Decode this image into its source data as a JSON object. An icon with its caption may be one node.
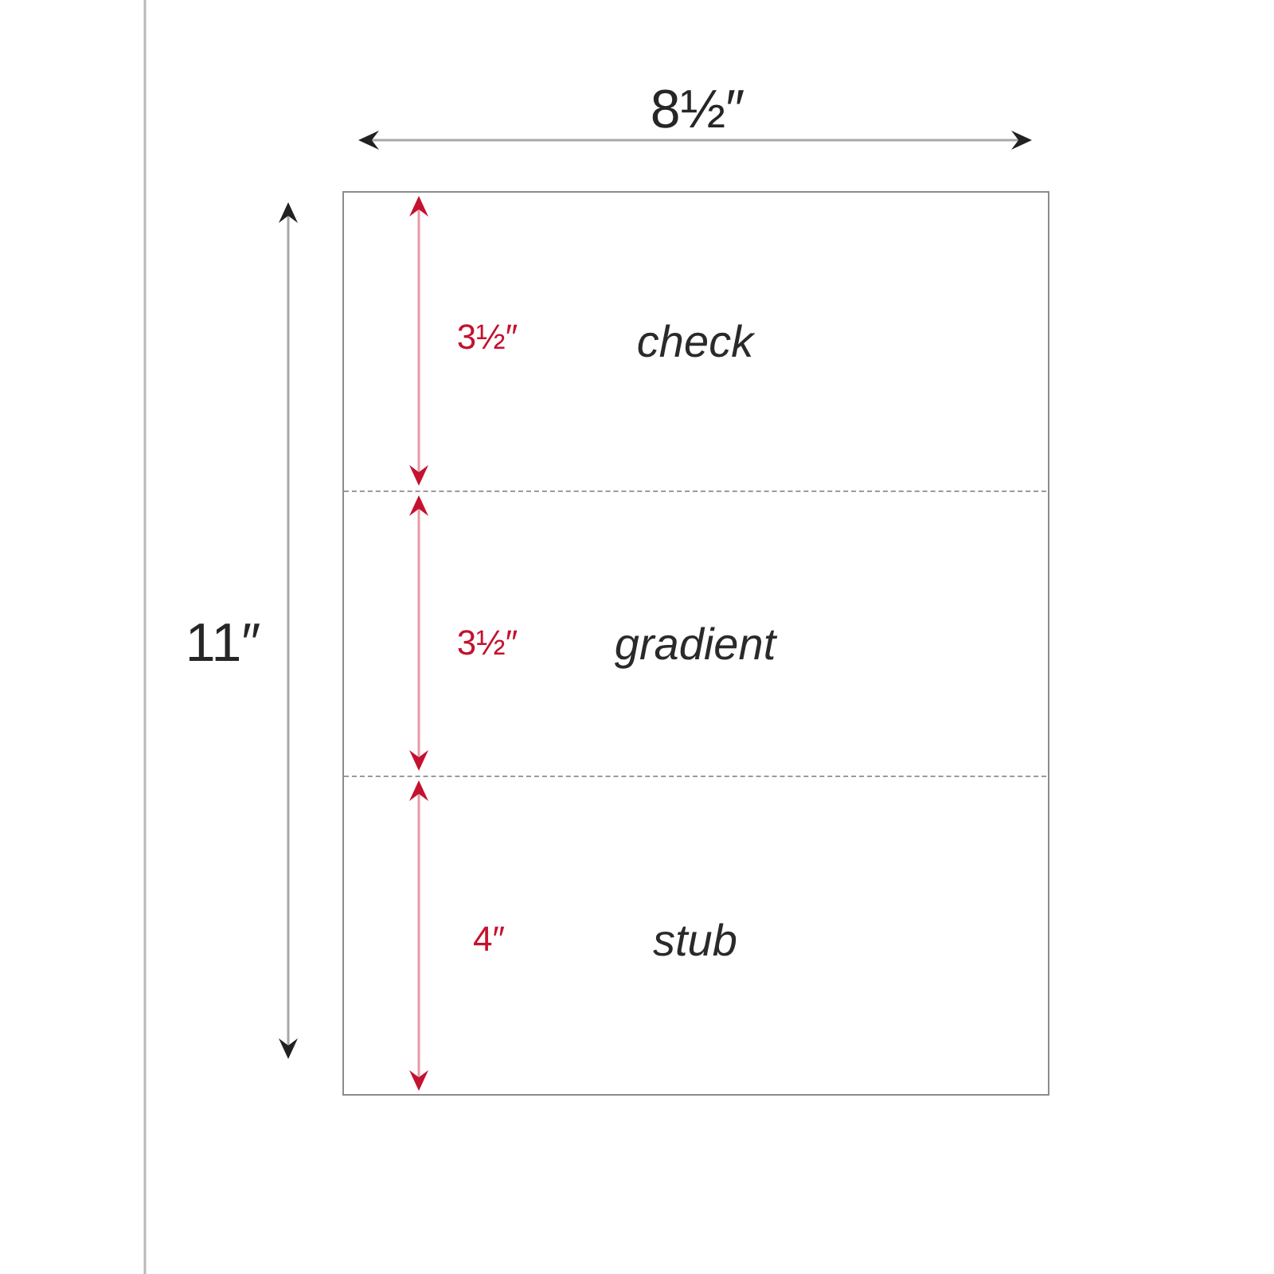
{
  "diagram": {
    "nodes": [
      {
        "text": [],
        "shape": "box"
      },
      {
        "text": [
          "check"
        ],
        "in": 0
      },
      {
        "text": [
          "gradient"
        ],
        "in": 0
      },
      {
        "text": [
          "stub"
        ],
        "in": 0
      }
    ],
    "labels": [
      "8½″",
      "11″",
      "3½″",
      "3½″",
      "4″"
    ]
  }
}
